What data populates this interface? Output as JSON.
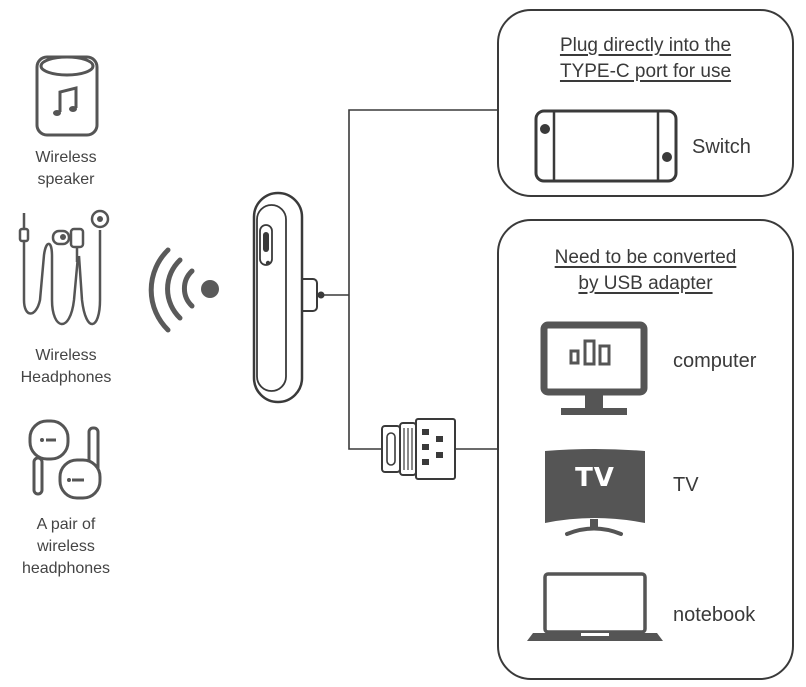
{
  "left_devices": {
    "speaker_label": [
      "Wireless",
      "speaker"
    ],
    "headphones_label": [
      "Wireless",
      "Headphones"
    ],
    "earbuds_label": [
      "A pair of",
      "wireless",
      "headphones"
    ]
  },
  "top_box": {
    "title": [
      "Plug directly into the",
      "TYPE-C port for use"
    ],
    "switch_label": "Switch"
  },
  "bottom_box": {
    "title": [
      "Need to be converted",
      "by USB adapter"
    ],
    "computer_label": "computer",
    "tv_label": "TV",
    "tv_screen_text": "TV",
    "notebook_label": "notebook"
  },
  "colors": {
    "stroke": "#3a3a3a",
    "gray": "#5a5a5a",
    "text": "#444444"
  }
}
